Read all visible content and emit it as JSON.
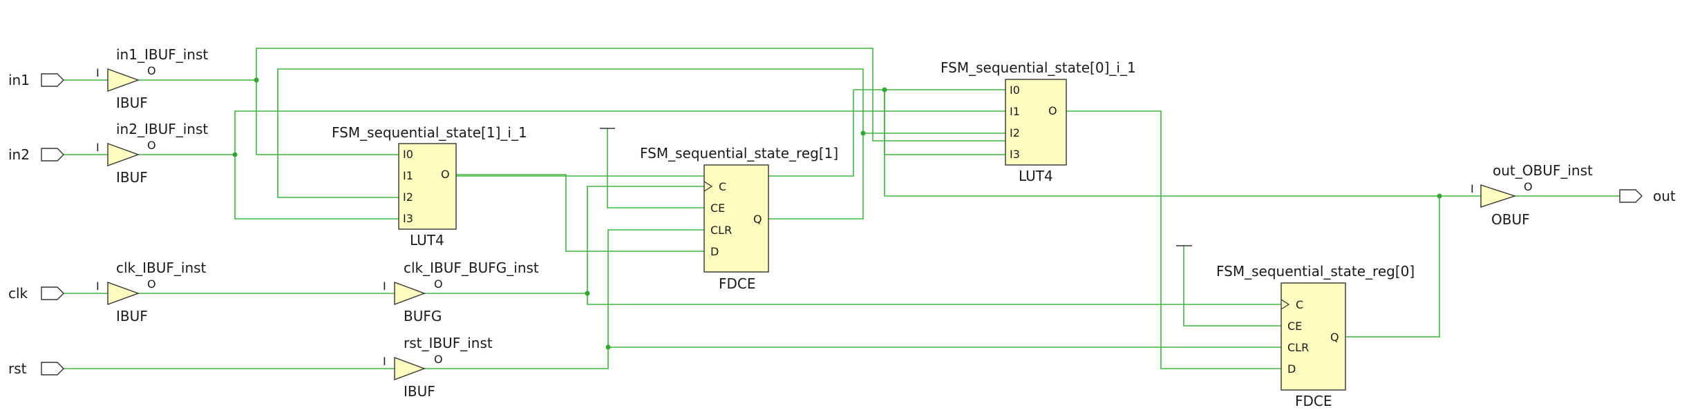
{
  "ports": {
    "in1": "in1",
    "in2": "in2",
    "clk": "clk",
    "rst": "rst",
    "out": "out"
  },
  "buffers": {
    "in1_ibuf": {
      "inst": "in1_IBUF_inst",
      "type": "IBUF",
      "pin_in": "I",
      "pin_out": "O"
    },
    "in2_ibuf": {
      "inst": "in2_IBUF_inst",
      "type": "IBUF",
      "pin_in": "I",
      "pin_out": "O"
    },
    "clk_ibuf": {
      "inst": "clk_IBUF_inst",
      "type": "IBUF",
      "pin_in": "I",
      "pin_out": "O"
    },
    "clk_bufg": {
      "inst": "clk_IBUF_BUFG_inst",
      "type": "BUFG",
      "pin_in": "I",
      "pin_out": "O"
    },
    "rst_ibuf": {
      "inst": "rst_IBUF_inst",
      "type": "IBUF",
      "pin_in": "I",
      "pin_out": "O"
    },
    "out_obuf": {
      "inst": "out_OBUF_inst",
      "type": "OBUF",
      "pin_in": "I",
      "pin_out": "O"
    }
  },
  "cells": {
    "lut_state1": {
      "inst": "FSM_sequential_state[1]_i_1",
      "type": "LUT4",
      "pins_in": [
        "I0",
        "I1",
        "I2",
        "I3"
      ],
      "pin_out": "O"
    },
    "lut_state0": {
      "inst": "FSM_sequential_state[0]_i_1",
      "type": "LUT4",
      "pins_in": [
        "I0",
        "I1",
        "I2",
        "I3"
      ],
      "pin_out": "O"
    },
    "reg_state1": {
      "inst": "FSM_sequential_state_reg[1]",
      "type": "FDCE",
      "pins_in": [
        "C",
        "CE",
        "CLR",
        "D"
      ],
      "pin_out": "Q"
    },
    "reg_state0": {
      "inst": "FSM_sequential_state_reg[0]",
      "type": "FDCE",
      "pins_in": [
        "C",
        "CE",
        "CLR",
        "D"
      ],
      "pin_out": "Q"
    }
  },
  "colors": {
    "wire": "#3fb53f",
    "cell_fill": "#fffec0",
    "outline": "#333333"
  }
}
